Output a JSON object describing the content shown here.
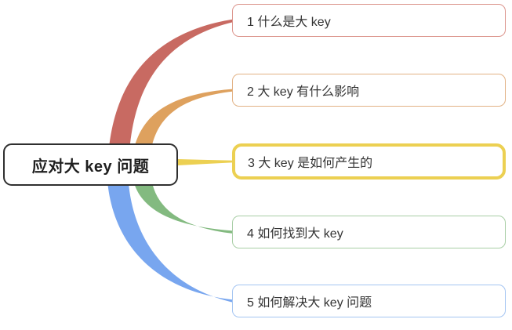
{
  "canvas": {
    "background": "#FFFFFF",
    "text_color": "#333333"
  },
  "root": {
    "label": "应对大 key 问题",
    "border_color": "#2F2F2F",
    "text_color": "#1F1F1F"
  },
  "branches": [
    {
      "label": "1 什么是大 key",
      "curve_color": "#C86A62",
      "border_color": "#DC958D",
      "highlighted": false
    },
    {
      "label": "2 大 key 有什么影响",
      "curve_color": "#DEA15E",
      "border_color": "#E2B285",
      "highlighted": false
    },
    {
      "label": "3 大 key 是如何产生的",
      "curve_color": "#ECD052",
      "border_color": "#ECD052",
      "highlighted": true
    },
    {
      "label": "4 如何找到大 key",
      "curve_color": "#83BA80",
      "border_color": "#A8CEA5",
      "highlighted": false
    },
    {
      "label": "5 如何解决大 key 问题",
      "curve_color": "#78A6EF",
      "border_color": "#A4C5F2",
      "highlighted": false
    }
  ]
}
